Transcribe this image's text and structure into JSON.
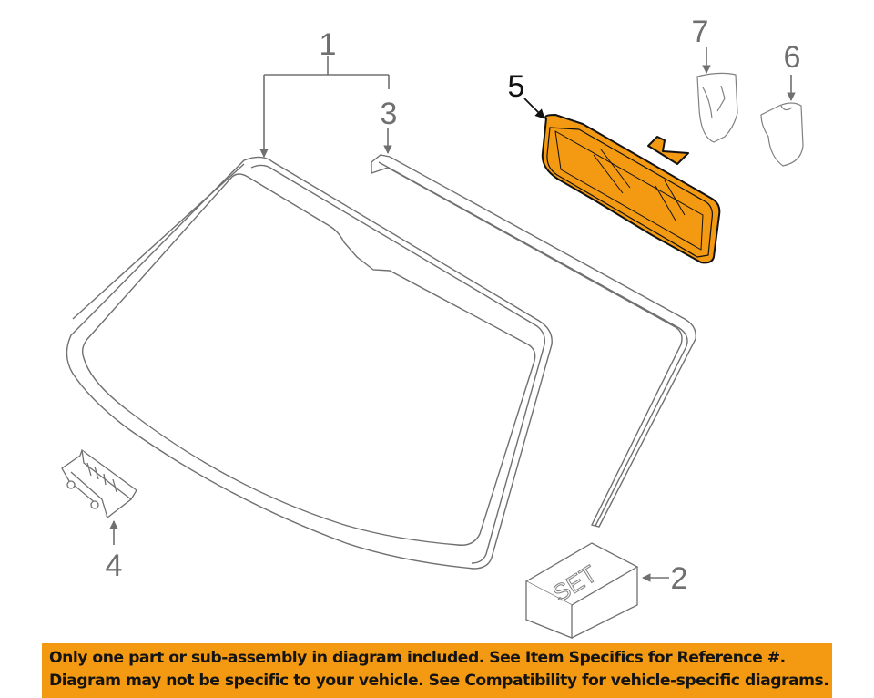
{
  "diagram": {
    "type": "exploded-parts-diagram",
    "subject": "Windshield glass and interior rear view mirror assembly",
    "highlight_color": "#f39a12",
    "line_color": "#707070",
    "callouts": [
      {
        "id": "1",
        "label": "1",
        "target": "windshield-glass"
      },
      {
        "id": "2",
        "label": "2",
        "target": "set-kit-box"
      },
      {
        "id": "3",
        "label": "3",
        "target": "windshield-molding-strip"
      },
      {
        "id": "4",
        "label": "4",
        "target": "sensor-bracket"
      },
      {
        "id": "5",
        "label": "5",
        "target": "rear-view-mirror",
        "highlighted": true
      },
      {
        "id": "6",
        "label": "6",
        "target": "mirror-cover-lower"
      },
      {
        "id": "7",
        "label": "7",
        "target": "mirror-cover-upper"
      }
    ],
    "set_box_text": "SET"
  },
  "banner": {
    "line1": "Only one part or sub-assembly in diagram included. See Item Specifics for Reference #.",
    "line2": "Diagram may not be specific to your vehicle. See Compatibility for vehicle-specific diagrams.",
    "background": "#f39a12"
  }
}
